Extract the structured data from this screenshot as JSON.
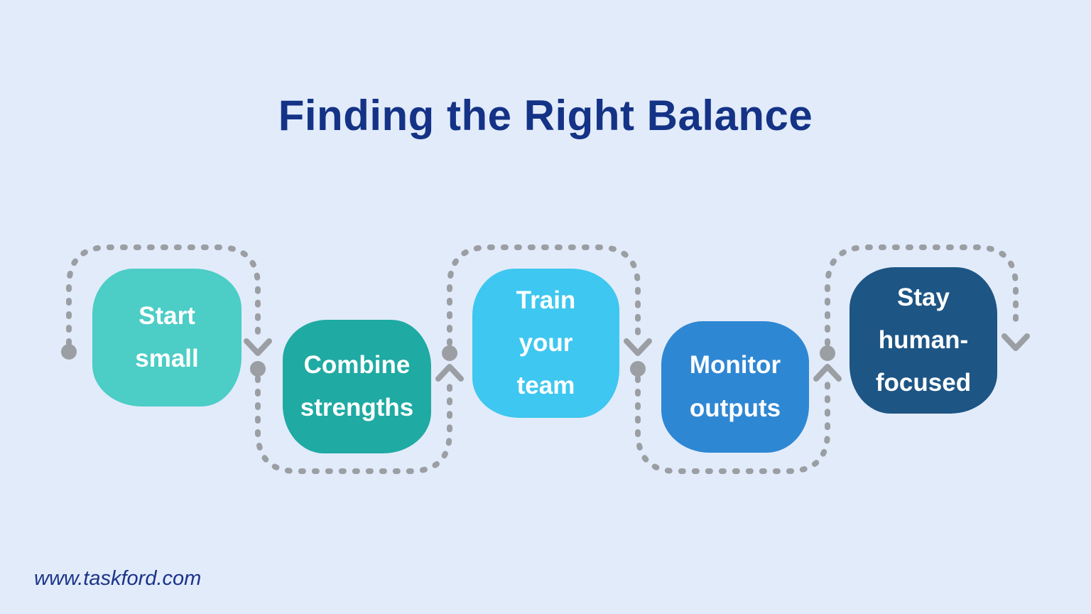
{
  "title": "Finding the Right Balance",
  "footer": {
    "website": "www.taskford.com"
  },
  "colors": {
    "background": "#e2ebfa",
    "title": "#143386",
    "watermark": "#1a3489",
    "connector": "#9b9fa3",
    "step_text": "#ffffff"
  },
  "steps": [
    {
      "label": "Start\nsmall",
      "color": "#4ccdc6"
    },
    {
      "label": "Combine\nstrengths",
      "color": "#1faaa3"
    },
    {
      "label": "Train\nyour\nteam",
      "color": "#3ec7f0"
    },
    {
      "label": "Monitor\noutputs",
      "color": "#2e87d3"
    },
    {
      "label": "Stay\nhuman-\nfocused",
      "color": "#1d5585"
    }
  ]
}
